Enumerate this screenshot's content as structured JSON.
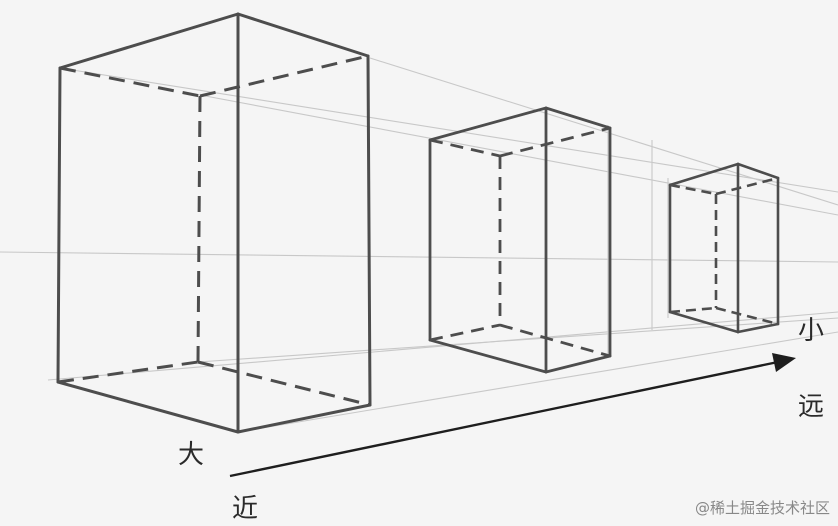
{
  "labels": {
    "big": "大",
    "near": "近",
    "small": "小",
    "far": "远"
  },
  "watermark": "@稀土掘金技术社区",
  "colors": {
    "background": "#f5f5f5",
    "pencil_dark": "#4d4d4d",
    "pencil_light": "#c4c4c4"
  }
}
